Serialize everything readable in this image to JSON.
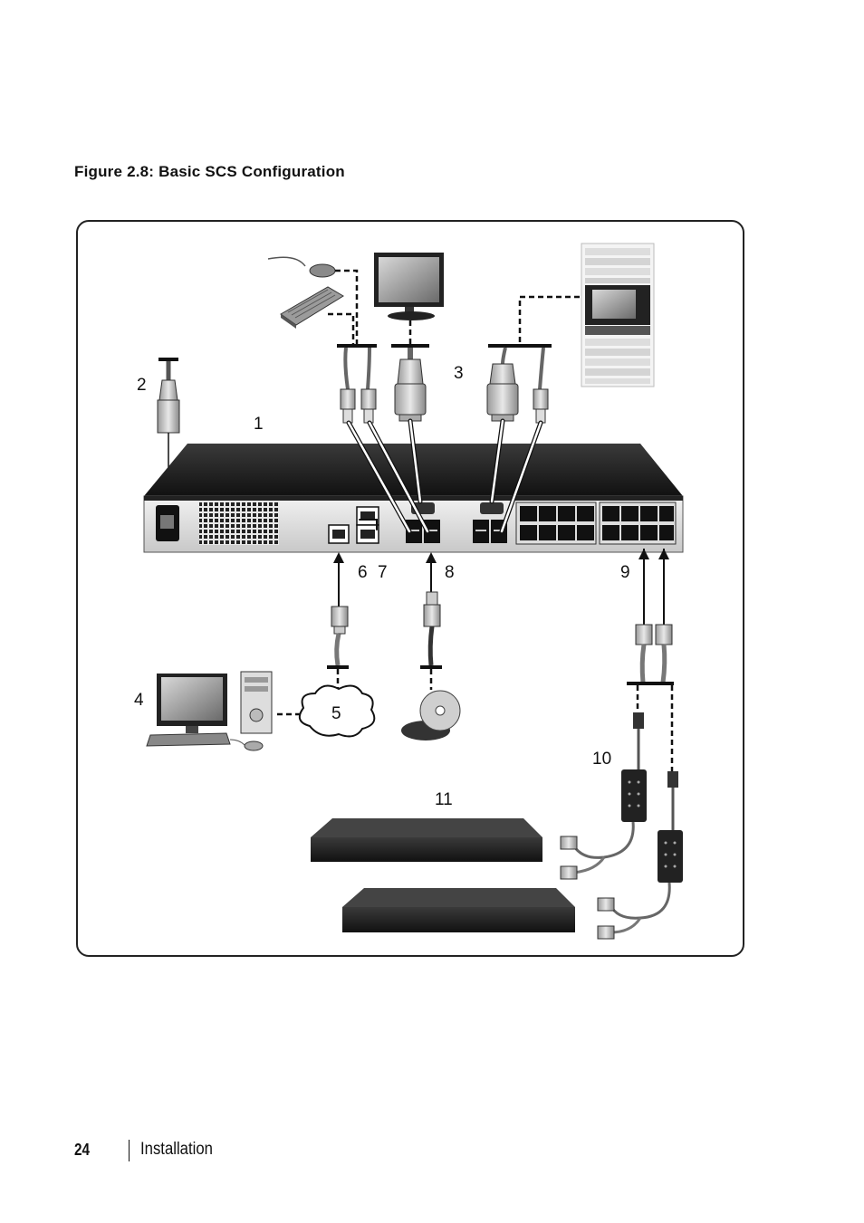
{
  "figure": {
    "caption": "Figure 2.8: Basic SCS Configuration",
    "callouts": [
      "1",
      "2",
      "3",
      "4",
      "5",
      "6",
      "7",
      "8",
      "9",
      "10",
      "11"
    ]
  },
  "footer": {
    "page_number": "24",
    "section": "Installation"
  }
}
